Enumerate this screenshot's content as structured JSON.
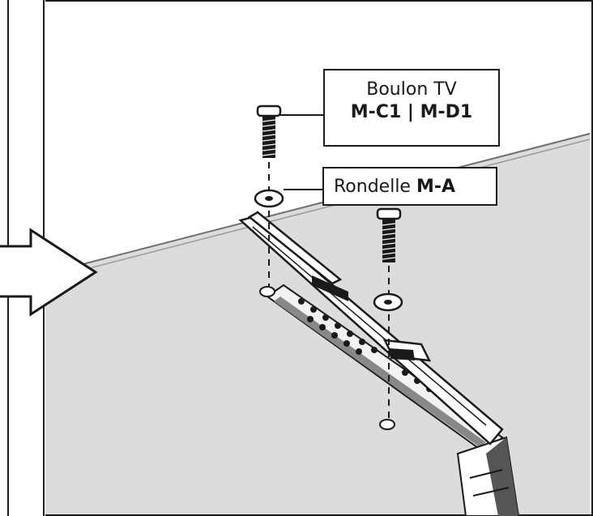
{
  "callouts": {
    "bolt": {
      "line1": "Boulon TV",
      "code": "M-C1 | M-D1"
    },
    "washer": {
      "label": "Rondelle ",
      "code": "M-A"
    }
  },
  "colors": {
    "line": "#1a1a1a",
    "wall_gray": "#dcdcdc",
    "background": "#ffffff"
  },
  "icons": {
    "arrow": "right-pointing-outline-arrow",
    "bolt": "bolt-icon",
    "washer": "washer-icon"
  }
}
